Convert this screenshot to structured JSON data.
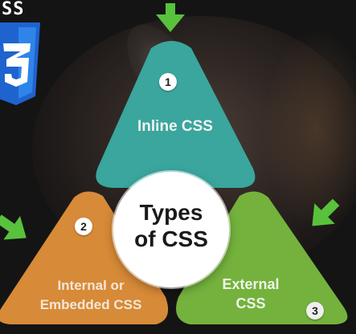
{
  "logo": {
    "word": "SS",
    "badge_number": "3"
  },
  "center": {
    "title_line1": "Types",
    "title_line2": "of CSS"
  },
  "types": [
    {
      "number": "1",
      "line1": "Inline CSS",
      "line2": "",
      "color": "#3aa69d"
    },
    {
      "number": "2",
      "line1": "Internal or",
      "line2": "Embedded CSS",
      "color": "#d78a37"
    },
    {
      "number": "3",
      "line1": "External",
      "line2": "CSS",
      "color": "#74b23d"
    }
  ],
  "colors": {
    "arrow_green": "#58c23c",
    "badge_white": "#ffffff",
    "css3_shield": "#1f63cf"
  },
  "icons": [
    "css3-logo-icon",
    "arrow-down-icon",
    "arrow-right-icon",
    "arrow-left-down-icon"
  ]
}
